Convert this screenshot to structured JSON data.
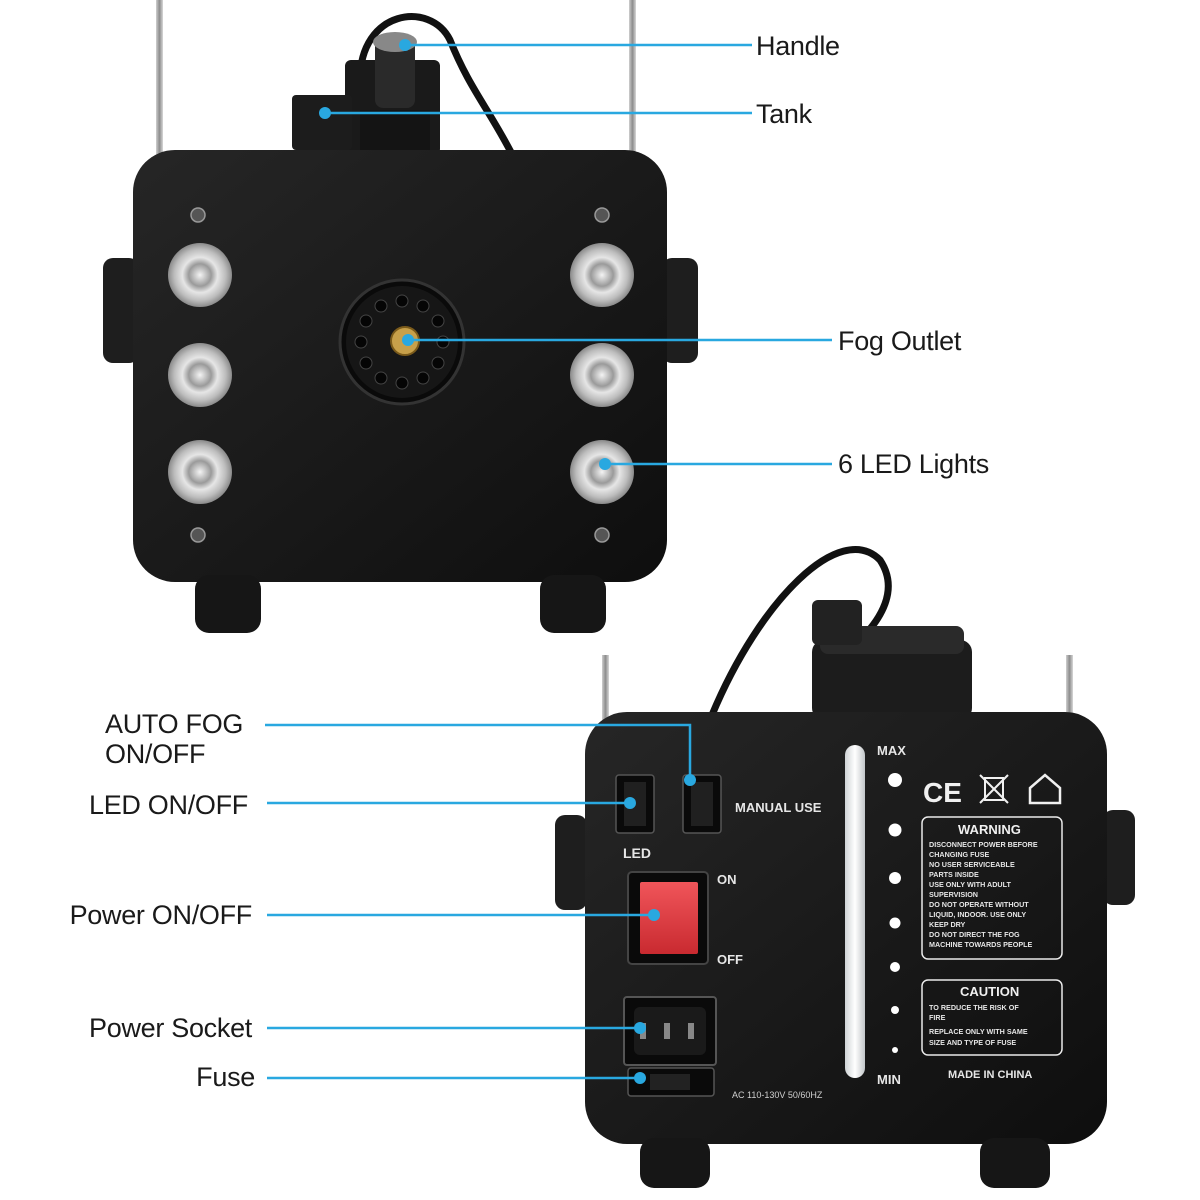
{
  "callouts_front": [
    {
      "id": "handle",
      "label": "Handle"
    },
    {
      "id": "tank",
      "label": "Tank"
    },
    {
      "id": "fog-outlet",
      "label": "Fog Outlet"
    },
    {
      "id": "led-lights",
      "label": "6 LED Lights"
    }
  ],
  "callouts_back": [
    {
      "id": "auto-fog",
      "label_line1": "AUTO FOG",
      "label_line2": "ON/OFF"
    },
    {
      "id": "led-switch",
      "label": "LED ON/OFF"
    },
    {
      "id": "power-switch",
      "label": "Power ON/OFF"
    },
    {
      "id": "power-socket",
      "label": "Power Socket"
    },
    {
      "id": "fuse",
      "label": "Fuse"
    }
  ],
  "back_panel": {
    "led_label": "LED",
    "manual_use_label": "MANUAL USE",
    "on_label": "ON",
    "off_label": "OFF",
    "max_label": "MAX",
    "min_label": "MIN",
    "voltage_label": "AC 110-130V 50/60HZ",
    "made_in": "MADE IN CHINA",
    "cert_marks": "CE",
    "warning": {
      "title": "WARNING",
      "lines": [
        "DISCONNECT POWER BEFORE",
        "CHANGING FUSE",
        "NO USER SERVICEABLE",
        "PARTS INSIDE",
        "USE ONLY WITH ADULT",
        "SUPERVISION",
        "DO NOT OPERATE WITHOUT",
        "LIQUID, INDOOR. USE ONLY",
        "KEEP DRY",
        "DO NOT DIRECT THE FOG",
        "MACHINE TOWARDS PEOPLE"
      ]
    },
    "caution": {
      "title": "CAUTION",
      "lines": [
        "TO REDUCE THE RISK OF",
        "FIRE",
        "REPLACE ONLY WITH SAME",
        "SIZE AND TYPE OF FUSE"
      ]
    }
  },
  "colors": {
    "callout_line": "#29a8e0",
    "body": "#151515",
    "power_switch": "#e23a3f"
  }
}
